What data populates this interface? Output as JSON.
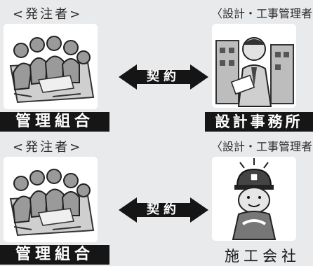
{
  "panels": [
    {
      "left_role": "<発注者>",
      "right_role": "〈設計・工事管理者〉",
      "contract": "契約",
      "left_party": "管理組合",
      "right_party": "設計事務所",
      "right_icon": "designer-with-buildings-icon"
    },
    {
      "left_role": "<発注者>",
      "right_role": "〈設計・工事管理者〉",
      "contract": "契約",
      "left_party": "管理組合",
      "right_party": "施工会社",
      "right_icon": "construction-worker-icon"
    }
  ]
}
